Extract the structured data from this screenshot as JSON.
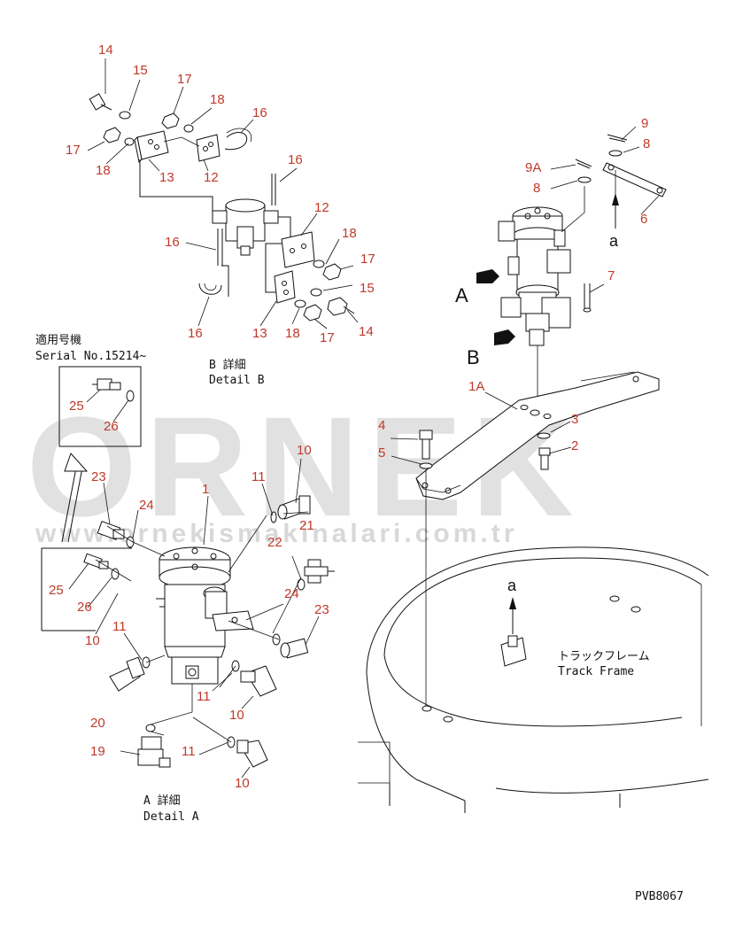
{
  "watermark": {
    "brand": "ORNEK",
    "url": "www.ornekismakinalari.com.tr"
  },
  "views": {
    "A": "A",
    "B": "B",
    "a_top": "a",
    "a_frame": "a"
  },
  "serial_note": {
    "jp": "適用号機",
    "en": "Serial No.15214~"
  },
  "detail_b": {
    "jp": "B 詳細",
    "en": "Detail B"
  },
  "detail_a": {
    "jp": "A 詳細",
    "en": "Detail A"
  },
  "track_frame": {
    "jp": "トラックフレーム",
    "en": "Track Frame"
  },
  "drawing_code": "PVB8067",
  "callouts": {
    "b_14": "14",
    "b_15": "15",
    "b_17a": "17",
    "b_18a": "18",
    "b_16a": "16",
    "b_17b": "17",
    "b_18b": "18",
    "b_13a": "13",
    "b_12a": "12",
    "b_16b": "16",
    "b_12b": "12",
    "b_18c": "18",
    "b_16c": "16",
    "b_17c": "17",
    "b_15b": "15",
    "b_16d": "16",
    "b_13b": "13",
    "b_18d": "18",
    "b_17d": "17",
    "b_14b": "14",
    "m_9": "9",
    "m_8a": "8",
    "m_9A": "9A",
    "m_8b": "8",
    "m_6": "6",
    "m_7": "7",
    "m_1A": "1A",
    "m_3": "3",
    "m_4": "4",
    "m_2": "2",
    "m_5": "5",
    "s_25": "25",
    "s_26": "26",
    "a_23a": "23",
    "a_1": "1",
    "a_10a": "10",
    "a_11a": "11",
    "a_24a": "24",
    "a_22": "22",
    "a_21": "21",
    "a_24b": "24",
    "a_25": "25",
    "a_26": "26",
    "a_23b": "23",
    "a_10b": "10",
    "a_11b": "11",
    "a_20": "20",
    "a_11c": "11",
    "a_10c": "10",
    "a_19": "19",
    "a_11d": "11",
    "a_10d": "10"
  }
}
